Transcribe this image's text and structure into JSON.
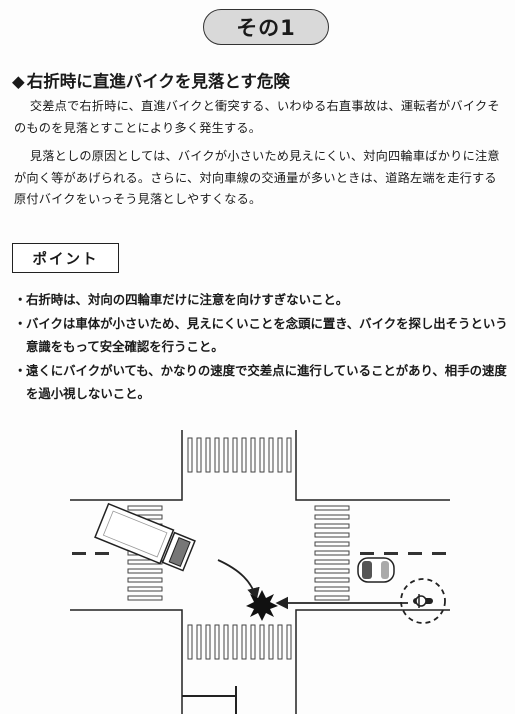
{
  "title_badge": "その1",
  "heading": {
    "marker": "◆",
    "text": "右折時に直進バイクを見落とす危険"
  },
  "paragraphs": [
    "交差点で右折時に、直進バイクと衝突する、いわゆる右直事故は、運転者がバイクそのものを見落とすことにより多く発生する。",
    "見落としの原因としては、バイクが小さいため見えにくい、対向四輪車ばかりに注意が向く等があげられる。さらに、対向車線の交通量が多いときは、道路左端を走行する原付バイクをいっそう見落としやすくなる。"
  ],
  "points_label": "ポイント",
  "bullet_marker": "・",
  "points": [
    "右折時は、対向の四輪車だけに注意を向けすぎないこと。",
    "バイクは車体が小さいため、見えにくいことを念頭に置き、バイクを探し出そうという意識をもって安全確認を行うこと。",
    "遠くにバイクがいても、かなりの速度で交差点に進行していることがあり、相手の速度を過小視しないこと。"
  ]
}
